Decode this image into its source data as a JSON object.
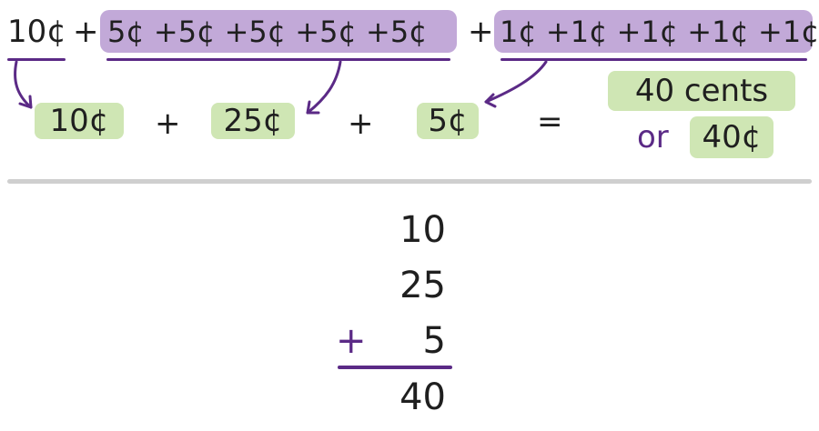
{
  "colors": {
    "purple_highlight": "#c2a9d8",
    "green_highlight": "#cfe6b4",
    "purple_ink": "#5b2a86",
    "divider": "#cfcfcf"
  },
  "top_equation": {
    "dime": "10¢",
    "plus_1": "+",
    "nickels": "5¢ +5¢ +5¢ +5¢ +5¢",
    "plus_2": "+",
    "pennies": "1¢ +1¢ +1¢ +1¢ +1¢"
  },
  "grouped_equation": {
    "dime_total": "10¢",
    "plus_1": "+",
    "nickel_total": "25¢",
    "plus_2": "+",
    "penny_total": "5¢",
    "equals": "=",
    "result_words": "40 cents",
    "or_word": "or",
    "result_symbol": "40¢"
  },
  "column_addition": {
    "addend_1": "10",
    "addend_2": "25",
    "plus": "+",
    "addend_3": "5",
    "sum": "40"
  }
}
